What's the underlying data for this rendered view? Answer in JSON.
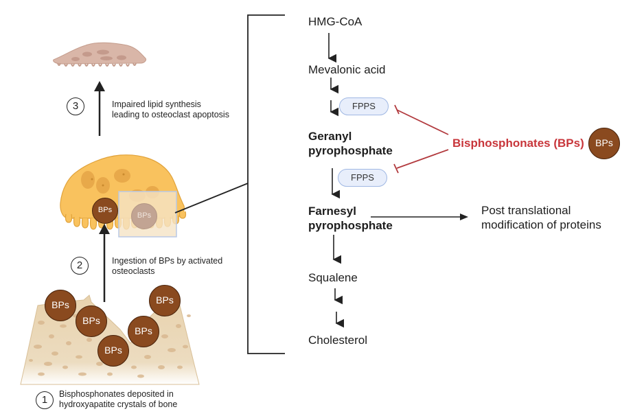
{
  "pathway": {
    "hmg_coa": "HMG-CoA",
    "mevalonic_acid": "Mevalonic acid",
    "fpps_1": "FPPS",
    "geranyl_line1": "Geranyl",
    "geranyl_line2": "pyrophosphate",
    "fpps_2": "FPPS",
    "farnesyl_line1": "Farnesyl",
    "farnesyl_line2": "pyrophosphate",
    "post_translational_line1": "Post translational",
    "post_translational_line2": "modification of proteins",
    "squalene": "Squalene",
    "cholesterol": "Cholesterol"
  },
  "inhibitor": {
    "label": "Bisphosphonates (BPs)",
    "badge": "BPs",
    "color": "#c8363b"
  },
  "steps": [
    {
      "number": "1",
      "line1": "Bisphosphonates deposited in",
      "line2": "hydroxyapatite crystals of bone"
    },
    {
      "number": "2",
      "line1": "Ingestion of BPs by activated",
      "line2": "osteoclasts"
    },
    {
      "number": "3",
      "line1": "Impaired lipid synthesis",
      "line2": "leading to osteoclast apoptosis"
    }
  ],
  "osteoclast": {
    "bp_label": "BPs",
    "bp_zoom_label": "BPs"
  },
  "bone": {
    "bp_labels": [
      "BPs",
      "BPs",
      "BPs",
      "BPs",
      "BPs"
    ]
  },
  "colors": {
    "bp_brown": "#8a4a1f",
    "osteoclast_fill": "#f9c25e",
    "apoptotic_fill": "#d9b6a8",
    "bone_fill": "#e6cfa8",
    "fpps_fill": "#e8eefb"
  }
}
